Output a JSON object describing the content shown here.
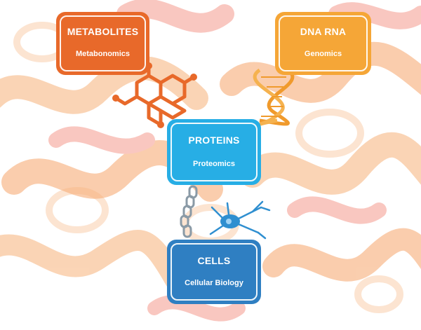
{
  "colors": {
    "metabolites": "#e8692a",
    "dna_rna": "#f5a637",
    "proteins": "#27aee5",
    "cells": "#2f7fc2",
    "background_ribbon_warm": "#f7b27a",
    "background_ribbon_pink": "#f59a8e",
    "molecule": "#e8692a",
    "dna_helix": "#f09a2c",
    "chain": "#8a9aa6",
    "neuron": "#2f8fd0"
  },
  "cards": {
    "metabolites": {
      "title": "METABOLITES",
      "subtitle": "Metabonomics"
    },
    "dna_rna": {
      "title": "DNA RNA",
      "subtitle": "Genomics"
    },
    "proteins": {
      "title": "PROTEINS",
      "subtitle": "Proteomics"
    },
    "cells": {
      "title": "CELLS",
      "subtitle": "Cellular Biology"
    }
  }
}
